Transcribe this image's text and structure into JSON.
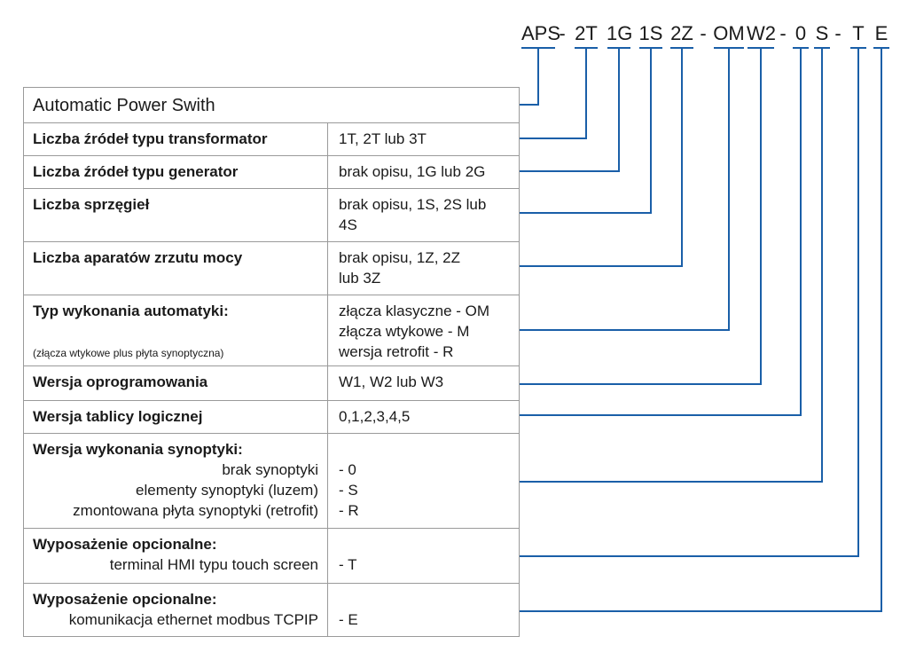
{
  "code": {
    "segments": [
      "APS",
      "-",
      "2T",
      "1G",
      "1S",
      "2Z",
      "-",
      "OM",
      "W2",
      "-",
      "0",
      "S",
      "-",
      "T",
      "E"
    ]
  },
  "colors": {
    "line": "#1a5fa8",
    "border": "#9a9a9a"
  },
  "table": {
    "title": "Automatic Power Swith",
    "rows": [
      {
        "label": "Liczba źródeł typu transformator",
        "value": "1T, 2T lub 3T"
      },
      {
        "label": "Liczba źródeł typu generator",
        "value": "brak opisu, 1G lub 2G"
      },
      {
        "label": "Liczba  sprzęgieł",
        "value_lines": [
          "brak opisu, 1S, 2S lub",
          "4S"
        ]
      },
      {
        "label": "Liczba aparatów zrzutu mocy",
        "value_lines": [
          "brak opisu, 1Z, 2Z",
          "lub 3Z"
        ]
      },
      {
        "label": "Typ wykonania automatyki:",
        "note": "(złącza wtykowe plus płyta synoptyczna)",
        "value_lines": [
          "złącza klasyczne - OM",
          "złącza wtykowe - M",
          "wersja retrofit - R"
        ]
      },
      {
        "label": "Wersja oprogramowania",
        "value": "W1, W2 lub W3"
      },
      {
        "label": "Wersja tablicy logicznej",
        "value": "0,1,2,3,4,5"
      },
      {
        "label": "Wersja wykonania synoptyki:",
        "sub_lines": [
          "brak synoptyki",
          "elementy synoptyki (luzem)",
          "zmontowana płyta synoptyki (retrofit)"
        ],
        "value_lines": [
          "- 0",
          "- S",
          "- R"
        ]
      },
      {
        "label": "Wyposażenie opcionalne:",
        "sub_lines": [
          "terminal HMI typu touch screen"
        ],
        "value": "- T"
      },
      {
        "label": "Wyposażenie opcionalne:",
        "sub_lines": [
          "komunikacja ethernet modbus TCPIP"
        ],
        "value": "- E"
      }
    ]
  }
}
